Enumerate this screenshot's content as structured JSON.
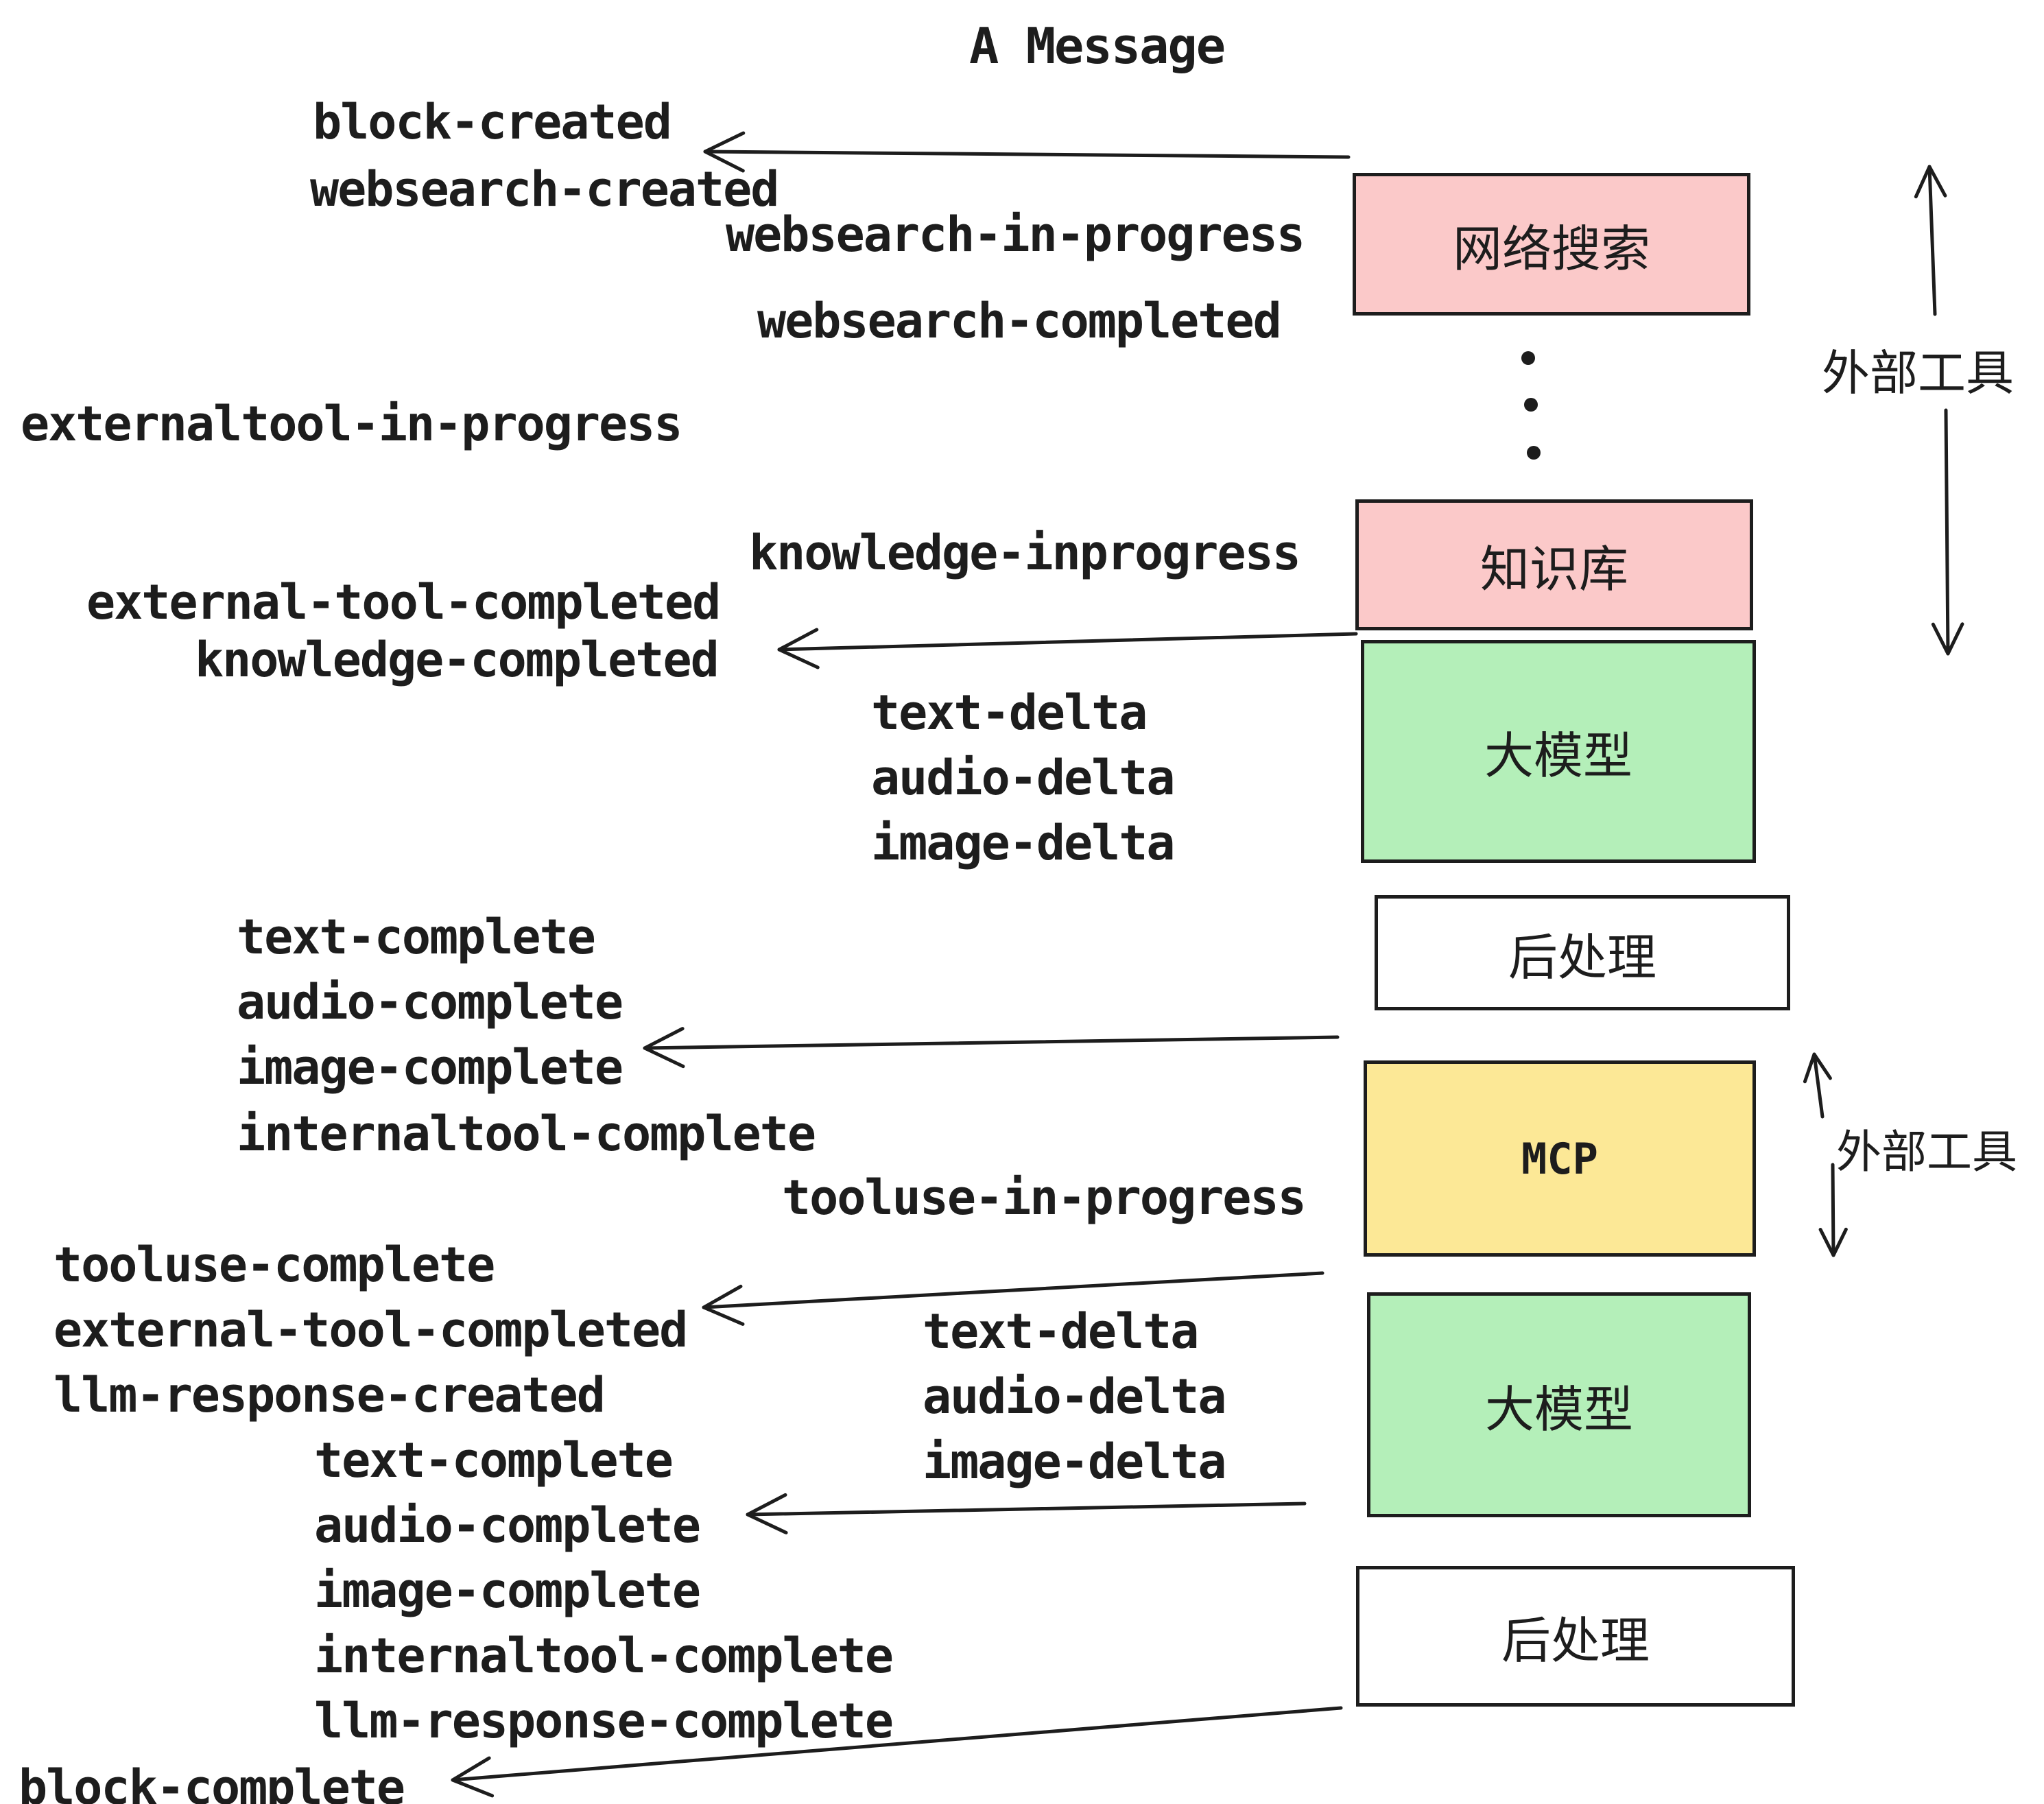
{
  "title": "A Message",
  "colors": {
    "pink": "#FBC9C9",
    "green": "#B4EFB9",
    "yellow": "#FCE896",
    "white": "#FFFFFF",
    "ink": "#1D1D1D",
    "background": "#FFFFFF"
  },
  "boxes": {
    "websearch": "网络搜索",
    "knowledge": "知识库",
    "llm1": "大模型",
    "post1": "后处理",
    "mcp": "MCP",
    "llm2": "大模型",
    "post2": "后处理"
  },
  "side_labels": {
    "external_tools_top": "外部工具",
    "external_tools_mcp": "外部工具"
  },
  "events": {
    "block_created": "block-created",
    "websearch_created": "websearch-created",
    "websearch_in_progress": "websearch-in-progress",
    "websearch_completed": "websearch-completed",
    "externaltool_in_progress": "externaltool-in-progress",
    "knowledge_inprogress": "knowledge-inprogress",
    "external_tool_completed_1": "external-tool-completed",
    "knowledge_completed": "knowledge-completed",
    "text_delta_1": "text-delta",
    "audio_delta_1": "audio-delta",
    "image_delta_1": "image-delta",
    "text_complete_1": "text-complete",
    "audio_complete_1": "audio-complete",
    "image_complete_1": "image-complete",
    "internaltool_complete_1": "internaltool-complete",
    "tooluse_in_progress": "tooluse-in-progress",
    "tooluse_complete": "tooluse-complete",
    "external_tool_completed_2": "external-tool-completed",
    "llm_response_created": "llm-response-created",
    "text_delta_2": "text-delta",
    "audio_delta_2": "audio-delta",
    "image_delta_2": "image-delta",
    "text_complete_2": "text-complete",
    "audio_complete_2": "audio-complete",
    "image_complete_2": "image-complete",
    "internaltool_complete_2": "internaltool-complete",
    "llm_response_complete": "llm-response-complete",
    "block_complete": "block-complete"
  }
}
